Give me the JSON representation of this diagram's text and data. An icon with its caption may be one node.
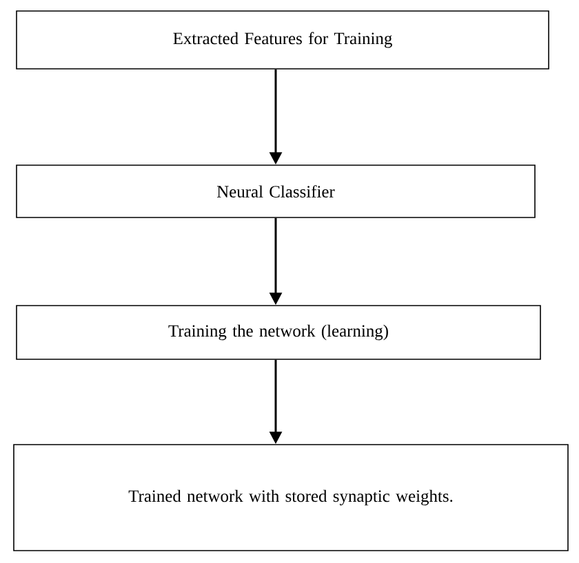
{
  "diagram": {
    "nodes": [
      {
        "text": [
          "Extracted Features for Training"
        ]
      },
      {
        "text": [
          "Neural Classifier"
        ]
      },
      {
        "text": [
          "Training the network (learning)"
        ]
      },
      {
        "text": [
          "Trained network with stored synaptic weights."
        ]
      }
    ],
    "edges": [
      {
        "from": 0,
        "to": 1,
        "arrow": "to"
      },
      {
        "from": 1,
        "to": 2,
        "arrow": "to"
      },
      {
        "from": 2,
        "to": 3,
        "arrow": "to"
      }
    ]
  }
}
